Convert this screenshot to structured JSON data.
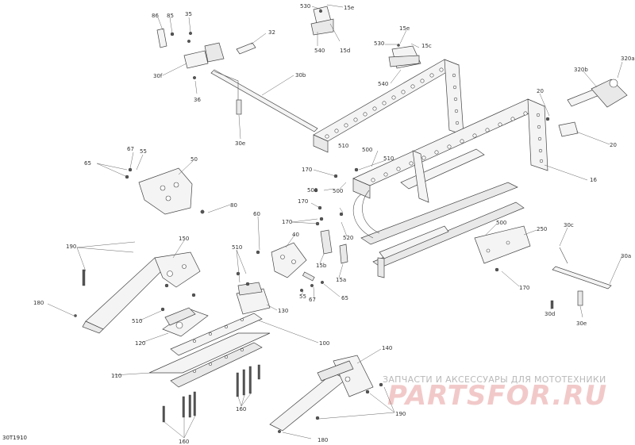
{
  "labels": [
    "530",
    "15e",
    "86",
    "85",
    "35",
    "32",
    "540",
    "15d",
    "15e",
    "530",
    "15c",
    "30f",
    "30b",
    "36",
    "540",
    "320b",
    "320a",
    "20",
    "20",
    "30e",
    "510",
    "500",
    "510",
    "67",
    "55",
    "65",
    "50",
    "170",
    "500",
    "500",
    "16",
    "60",
    "170",
    "170",
    "520",
    "80",
    "40",
    "15b",
    "15a",
    "250",
    "500",
    "30c",
    "190",
    "150",
    "510",
    "170",
    "55",
    "67",
    "65",
    "180",
    "510",
    "130",
    "30a",
    "120",
    "100",
    "30d",
    "30e",
    "140",
    "110",
    "160",
    "190",
    "160",
    "180"
  ],
  "ref_code": "30T1910",
  "watermark": {
    "tagline": "ЗАПЧАСТИ И АКСЕССУАРЫ ДЛЯ МОТОТЕХНИКИ",
    "logo": "PARTSFOR.RU"
  }
}
